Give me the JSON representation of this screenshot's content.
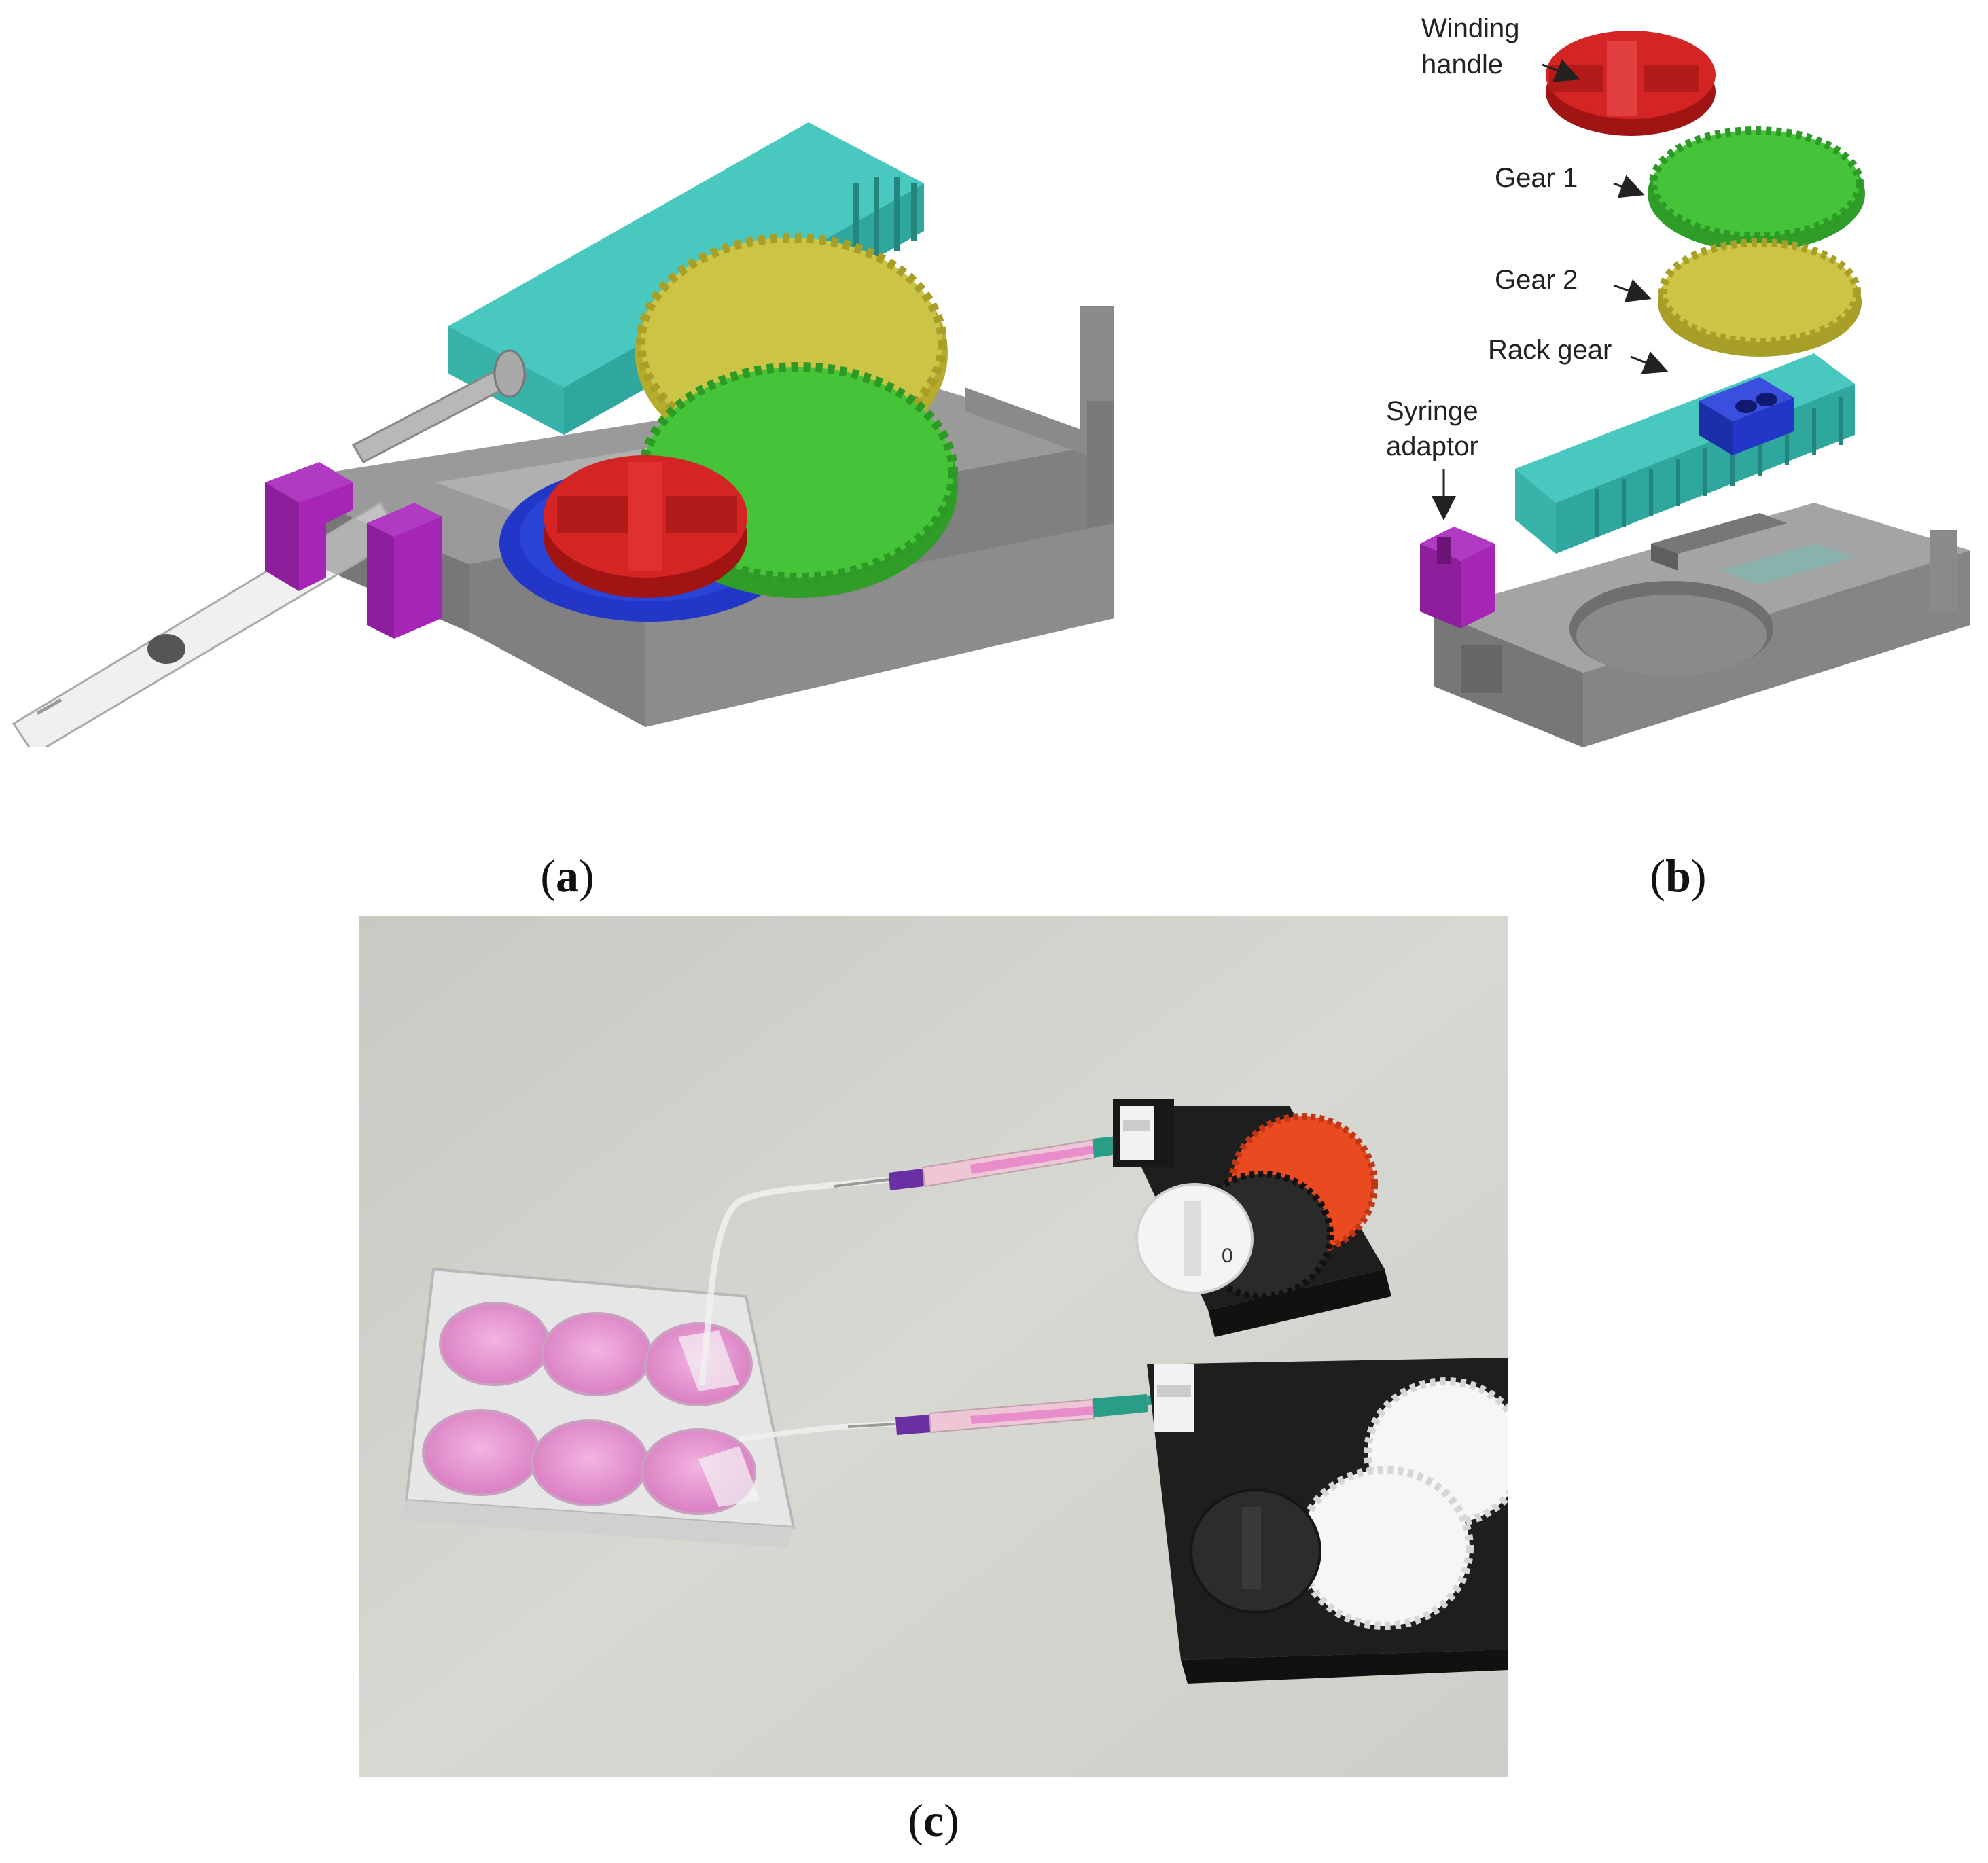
{
  "panels": [
    {
      "id": "a",
      "caption_letter": "a"
    },
    {
      "id": "b",
      "caption_letter": "b",
      "labels": [
        {
          "key": "winding",
          "lines": [
            "Winding",
            "handle"
          ]
        },
        {
          "key": "gear1",
          "lines": [
            "Gear 1"
          ]
        },
        {
          "key": "gear2",
          "lines": [
            "Gear 2"
          ]
        },
        {
          "key": "rack",
          "lines": [
            "Rack gear"
          ]
        },
        {
          "key": "syringe",
          "lines": [
            "Syringe",
            "adaptor"
          ]
        }
      ]
    },
    {
      "id": "c",
      "caption_letter": "c",
      "photo_note": "0"
    }
  ],
  "colors": {
    "red": "#cc1f1f",
    "green": "#3fbf35",
    "yellow": "#c8c040",
    "teal": "#3cbab0",
    "purple": "#a624b6",
    "blue": "#2236c8",
    "gray": "#8e8e8e",
    "pink": "#e98ccc",
    "black": "#1c1c1c",
    "orange": "#ea4a20",
    "white": "#f6f6f6"
  }
}
